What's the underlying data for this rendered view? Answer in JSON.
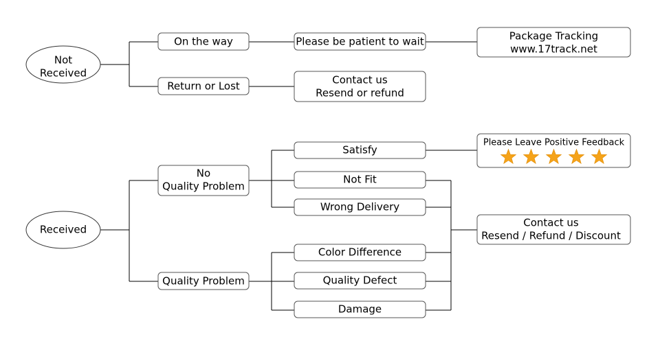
{
  "colors": {
    "line": "#000000",
    "box_border": "#555555",
    "star": "#f5a31a",
    "background": "#ffffff"
  },
  "not_received": {
    "root": [
      "Not",
      "Received"
    ],
    "on_the_way": "On the way",
    "please_wait": "Please be patient to wait",
    "package_tracking": [
      "Package Tracking",
      "www.17track.net"
    ],
    "return_or_lost": "Return or Lost",
    "contact_resend": [
      "Contact us",
      "Resend or refund"
    ]
  },
  "received": {
    "root": "Received",
    "no_quality_problem": [
      "No",
      "Quality Problem"
    ],
    "satisfy": "Satisfy",
    "not_fit": "Not Fit",
    "wrong_delivery": "Wrong Delivery",
    "feedback": "Please Leave Positive Feedback",
    "feedback_stars": 5,
    "quality_problem": "Quality Problem",
    "color_difference": "Color Difference",
    "quality_defect": "Quality Defect",
    "damage": "Damage",
    "contact_discount": [
      "Contact us",
      "Resend / Refund / Discount"
    ]
  }
}
